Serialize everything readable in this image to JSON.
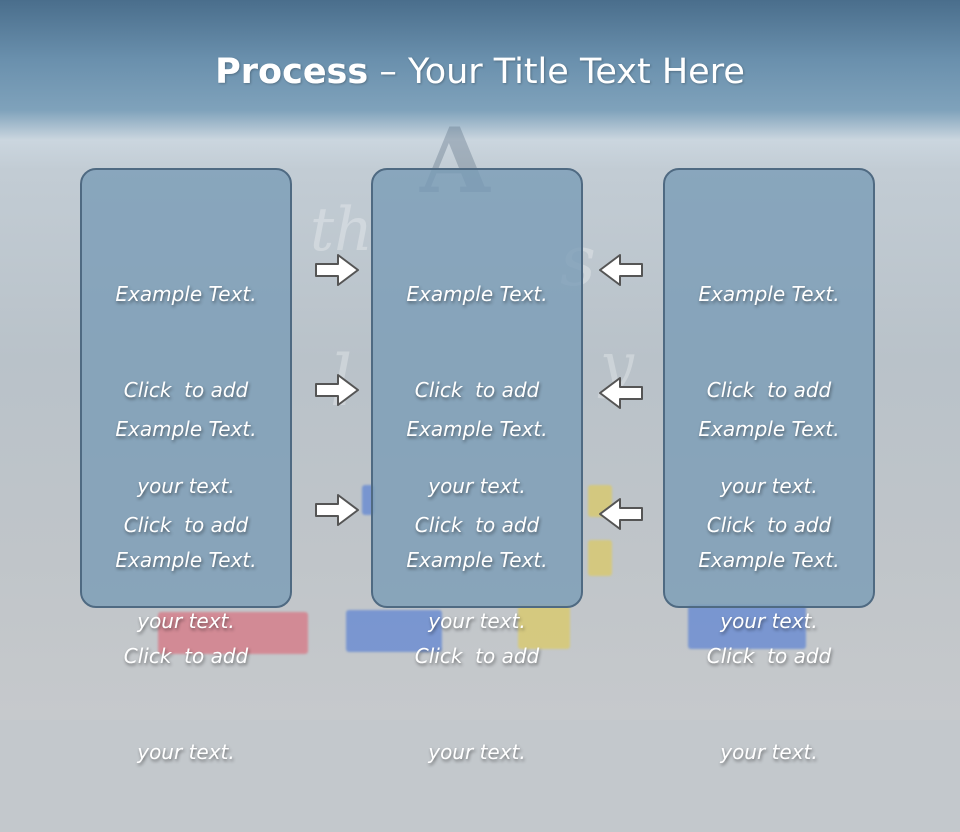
{
  "slide": {
    "title_bold": "Process",
    "title_rest": " – Your Title Text Here"
  },
  "panels": {
    "left": [
      {
        "l1": "Example Text.",
        "l2": "Click  to add",
        "l3": "your text."
      },
      {
        "l1": "Example Text.",
        "l2": "Click  to add",
        "l3": "your text."
      },
      {
        "l1": "Example Text.",
        "l2": "Click  to add",
        "l3": "your text."
      }
    ],
    "center": [
      {
        "l1": "Example Text.",
        "l2": "Click  to add",
        "l3": "your text."
      },
      {
        "l1": "Example Text.",
        "l2": "Click  to add",
        "l3": "your text."
      },
      {
        "l1": "Example Text.",
        "l2": "Click  to add",
        "l3": "your text."
      }
    ],
    "right": [
      {
        "l1": "Example Text.",
        "l2": "Click  to add",
        "l3": "your text."
      },
      {
        "l1": "Example Text.",
        "l2": "Click  to add",
        "l3": "your text."
      },
      {
        "l1": "Example Text.",
        "l2": "Click  to add",
        "l3": "your text."
      }
    ]
  },
  "arrows": {
    "left_to_center": [
      "arrow-right-icon",
      "arrow-right-icon",
      "arrow-right-icon"
    ],
    "right_to_center": [
      "arrow-left-icon",
      "arrow-left-icon",
      "arrow-left-icon"
    ]
  },
  "colors": {
    "panel_fill": "#789bb6",
    "panel_border": "#4f6a82",
    "arrow_fill": "#ffffff",
    "arrow_stroke": "#555555"
  }
}
